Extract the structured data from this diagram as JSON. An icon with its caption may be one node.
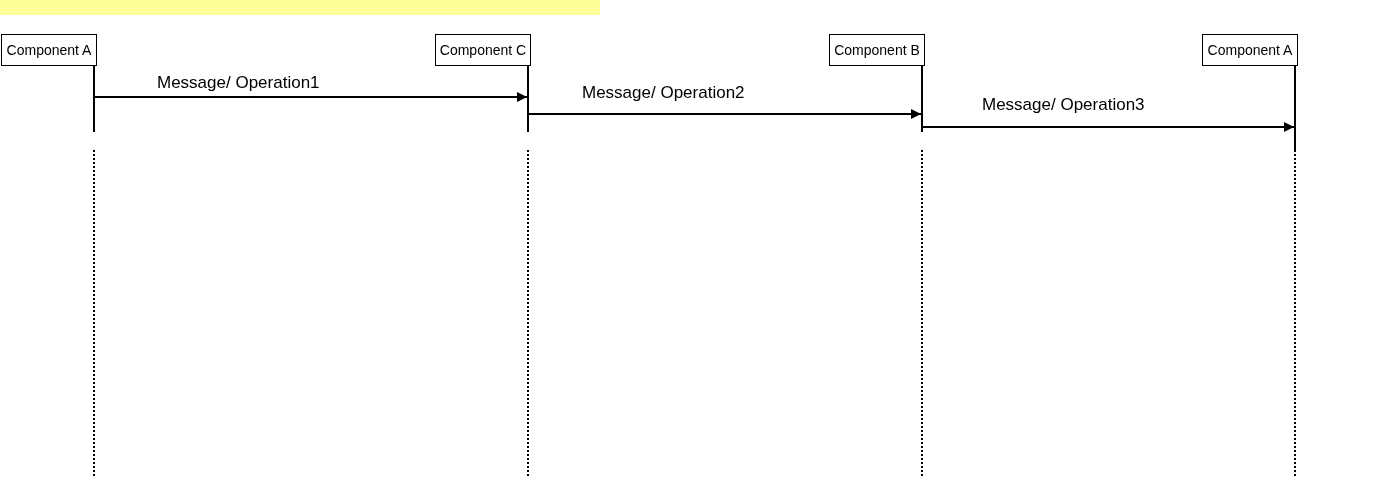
{
  "diagram": {
    "nodes": [
      {
        "text": [
          "Component A"
        ]
      },
      {
        "text": [
          "Component C"
        ]
      },
      {
        "text": [
          "Component B"
        ]
      },
      {
        "text": [
          "Component A"
        ]
      }
    ],
    "edges": [
      {
        "from": 0,
        "to": 1,
        "arrow": "to",
        "label": "Message/ Operation1"
      },
      {
        "from": 1,
        "to": 2,
        "arrow": "to",
        "label": "Message/ Operation2"
      },
      {
        "from": 2,
        "to": 3,
        "arrow": "to",
        "label": "Message/ Operation3"
      }
    ]
  }
}
